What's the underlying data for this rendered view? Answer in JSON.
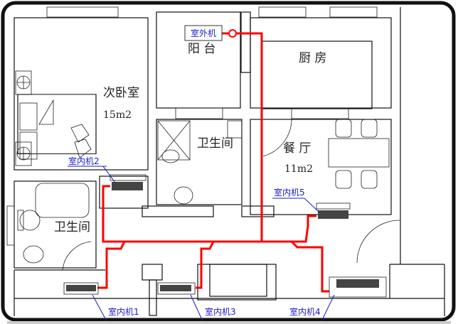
{
  "rooms": {
    "second_bedroom": "次卧室",
    "second_bedroom_area": "15m2",
    "balcony": "阳 台",
    "kitchen": "厨 房",
    "bathroom_center": "卫生间",
    "dining": "餐 厅",
    "dining_area": "11m2",
    "bathroom_left": "卫生间"
  },
  "units": {
    "outdoor": "室外机",
    "indoor1": "室内机1",
    "indoor2": "室内机2",
    "indoor3": "室内机3",
    "indoor4": "室内机4",
    "indoor5": "室内机5"
  },
  "colors": {
    "pipe": "#ff0000",
    "label": "#1a1ad0",
    "wall": "#111111"
  }
}
